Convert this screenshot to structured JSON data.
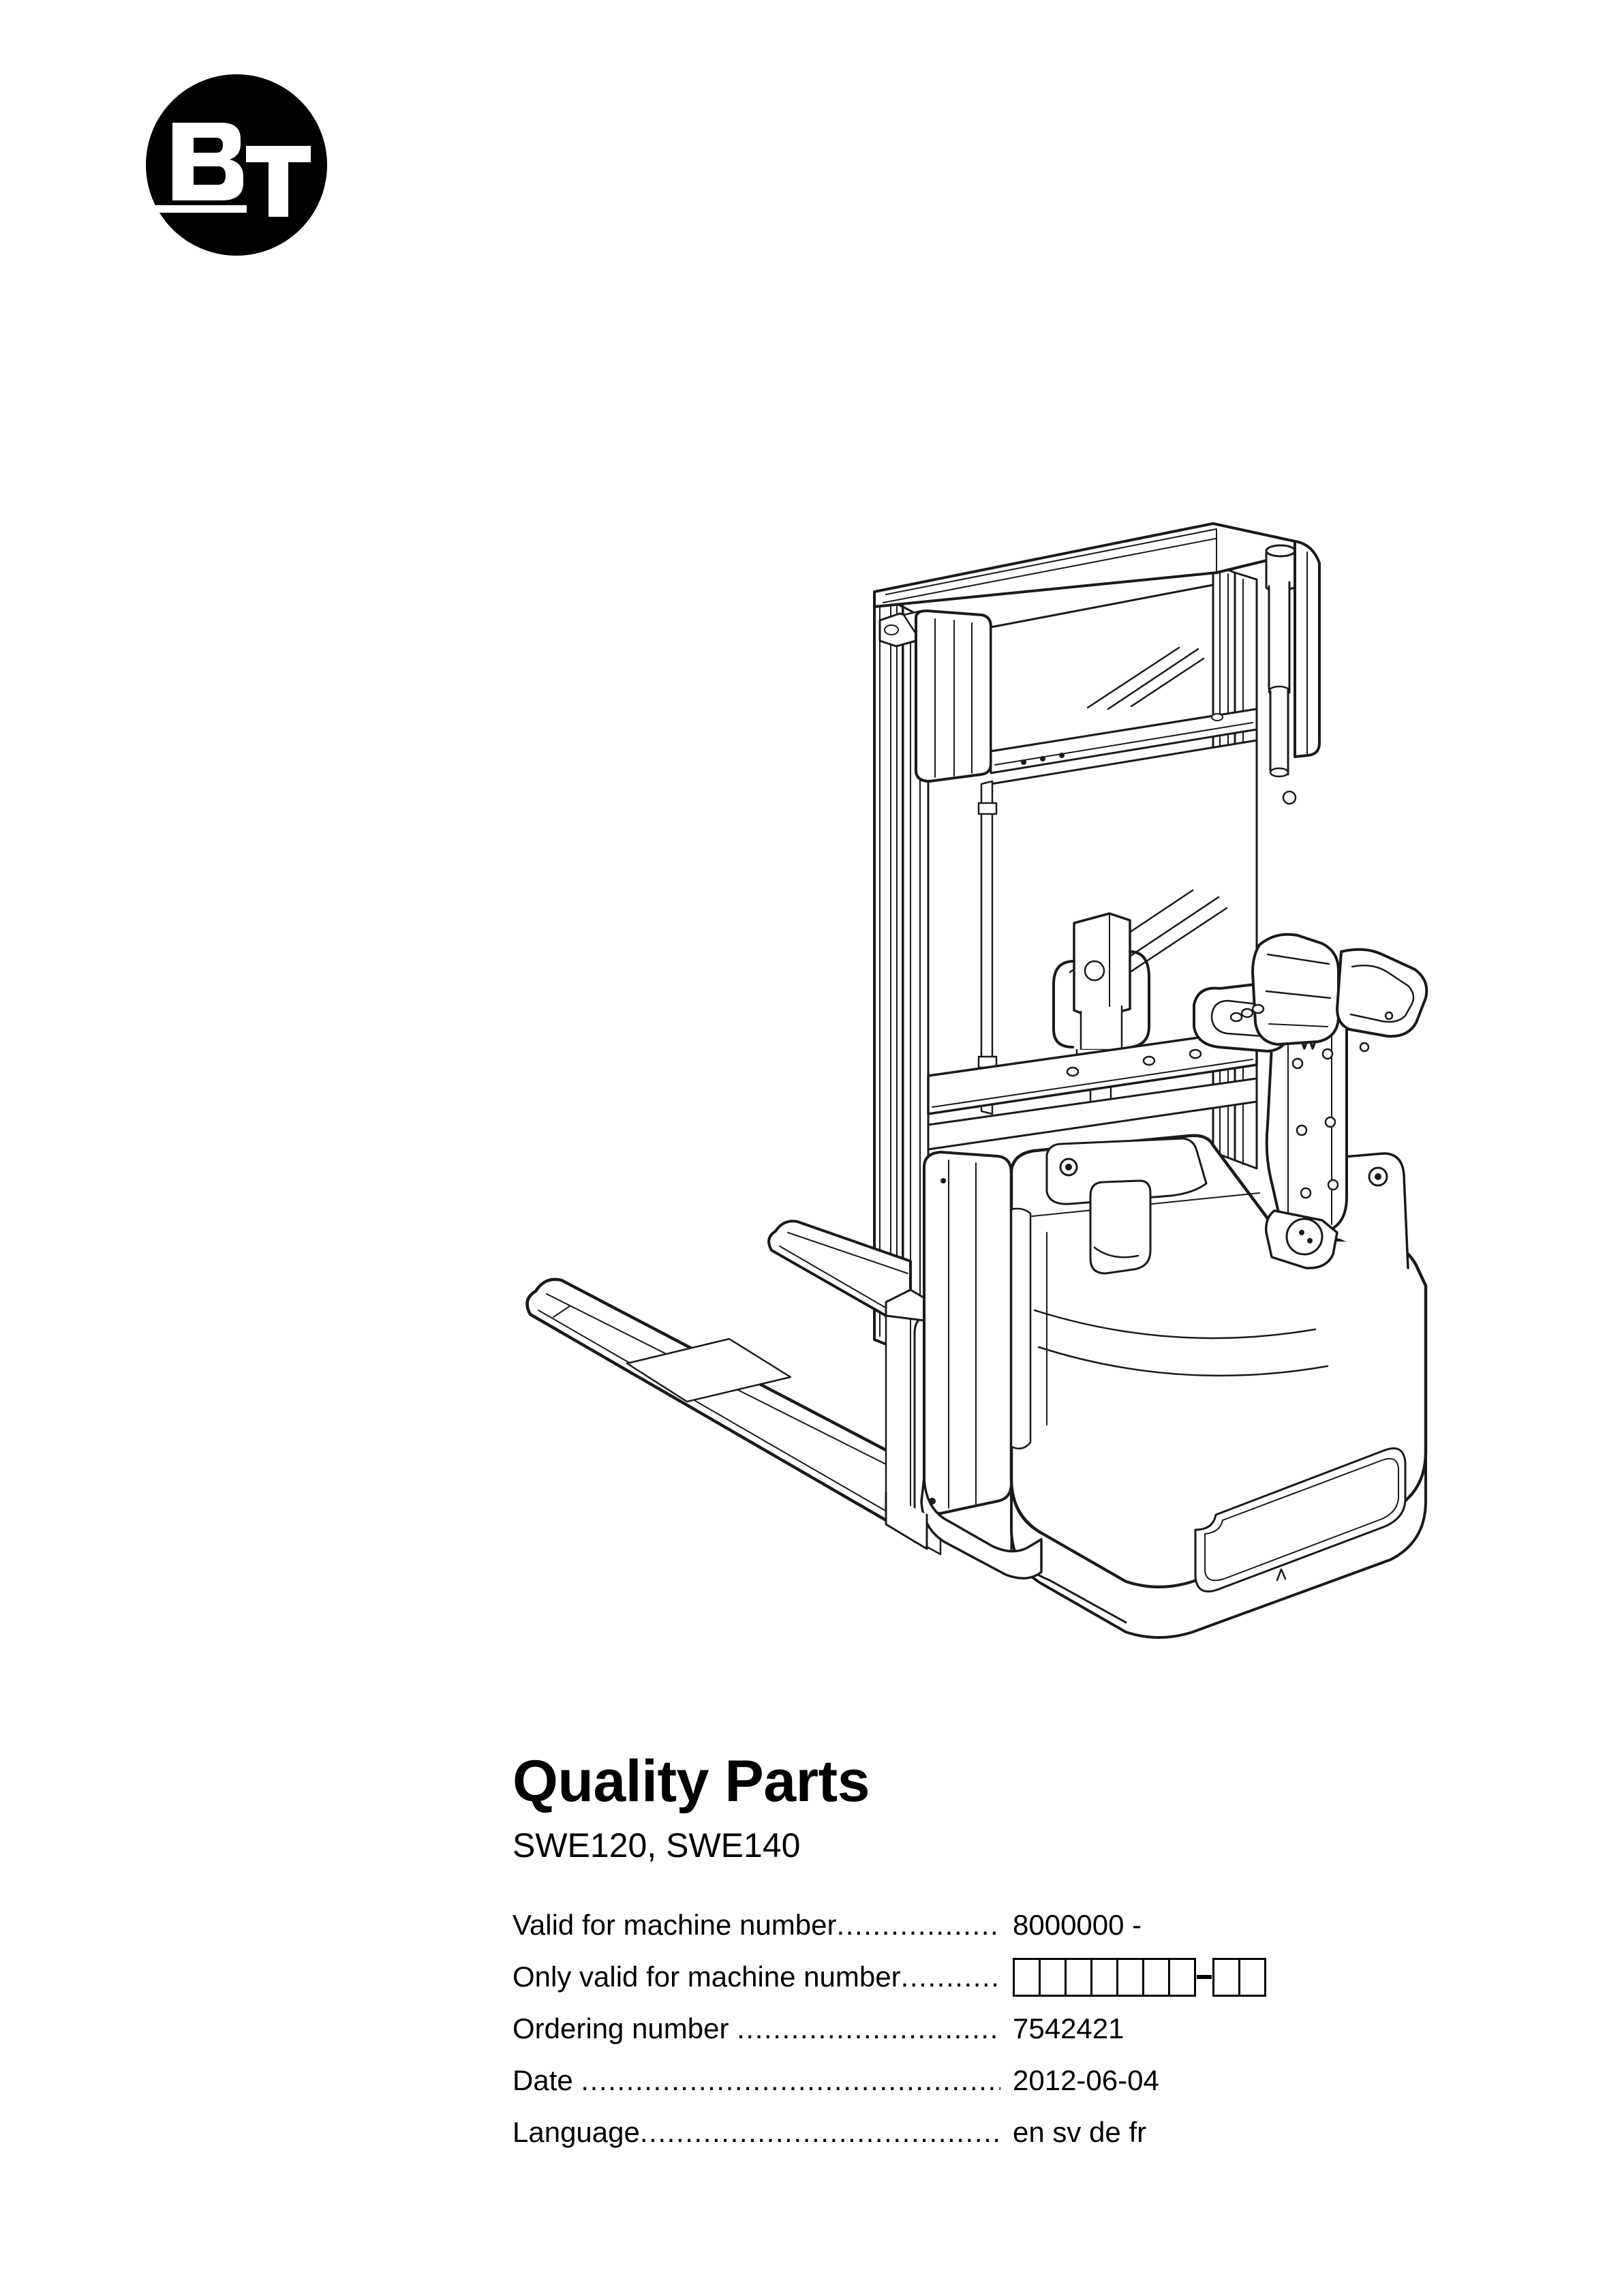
{
  "logo": {
    "brand": "BT",
    "letter_b": "B",
    "letter_t": "T"
  },
  "illustration": {
    "name": "pallet-stacker-truck-line-drawing",
    "description": "BT SWE electric pedestrian pallet stacker shown in isometric line-art view with raised mast, forks and tiller arm"
  },
  "title": "Quality Parts",
  "subtitle": "SWE120, SWE140",
  "info_rows": [
    {
      "label": "Valid for machine number",
      "leader": ".....................",
      "value": "8000000 -",
      "type": "text"
    },
    {
      "label": "Only valid for machine number",
      "leader": "............",
      "value": "",
      "type": "boxes",
      "boxes_before_dash": 7,
      "boxes_after_dash": 2
    },
    {
      "label": "Ordering number ",
      "leader": "................................",
      "value": "7542421",
      "type": "text"
    },
    {
      "label": "Date ",
      "leader": "......................................................",
      "value": "2012-06-04",
      "type": "text"
    },
    {
      "label": "Language",
      "leader": ".............................................",
      "value": "en sv de fr",
      "type": "text",
      "indent": true
    }
  ],
  "colors": {
    "ink": "#000000",
    "paper": "#ffffff"
  }
}
